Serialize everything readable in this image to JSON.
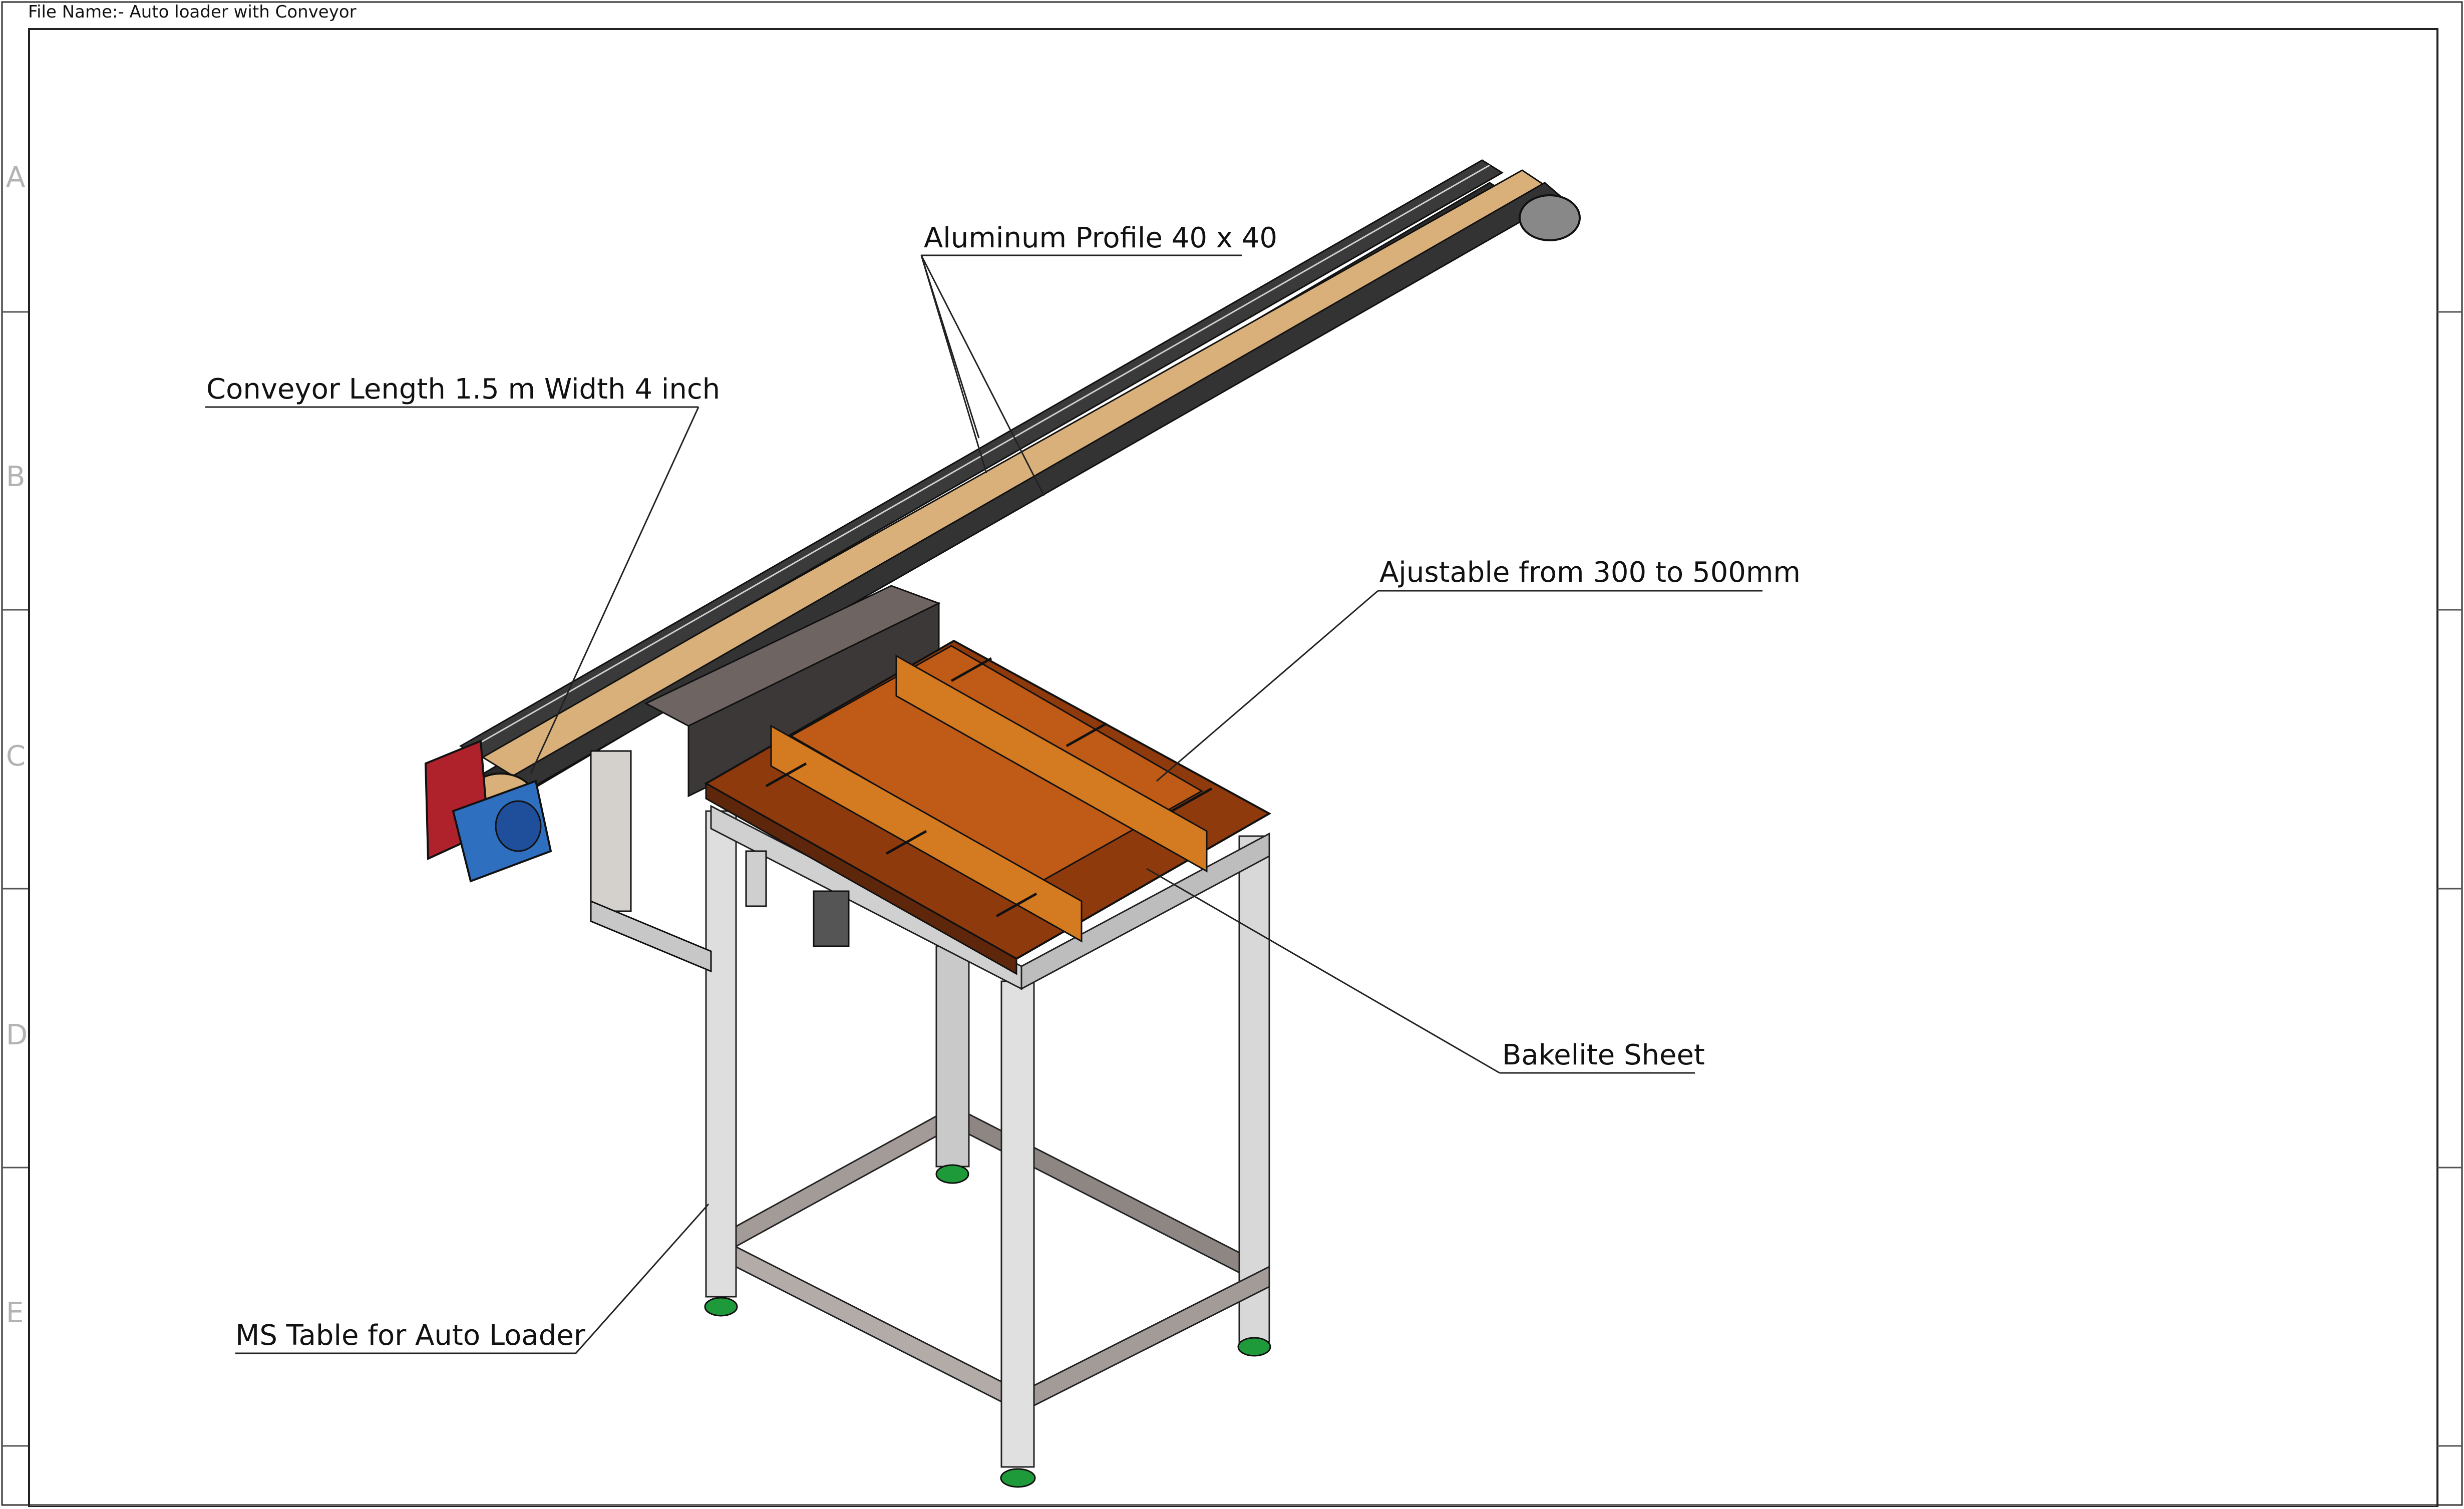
{
  "title_block": {
    "file_name": "File Name:- Auto loader with Conveyor"
  },
  "zones": [
    "A",
    "B",
    "C",
    "D",
    "E"
  ],
  "callouts": {
    "aluminum_profile": "Aluminum Profile 40 x 40",
    "conveyor": "Conveyor  Length 1.5 m Width 4 inch",
    "adjustable": "Ajustable from 300 to 500mm",
    "bakelite": "Bakelite Sheet",
    "ms_table": "MS Table for Auto Loader"
  },
  "colors": {
    "belt": "#d9b07a",
    "frame_dark": "#2a2a2a",
    "motor_red": "#b0222b",
    "motor_blue": "#2f6fc0",
    "bakelite_dark": "#8f3a0d",
    "bakelite_mid": "#c05a17",
    "bakelite_light": "#d47a20",
    "table_steel": "#d8d8d8",
    "table_brace": "#a39b98",
    "feet_green": "#1f9a3a",
    "hopper": "#6e6462"
  }
}
